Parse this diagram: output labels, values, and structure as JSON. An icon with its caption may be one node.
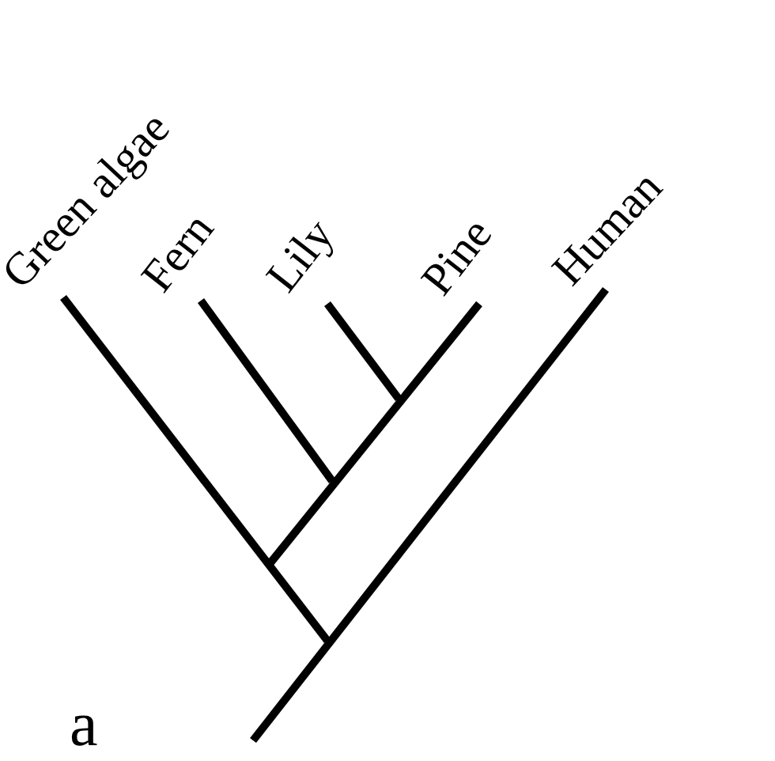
{
  "diagram": {
    "labels": [
      "Green algae",
      "Fern",
      "Lily",
      "Pine",
      "Human",
      "a"
    ]
  }
}
